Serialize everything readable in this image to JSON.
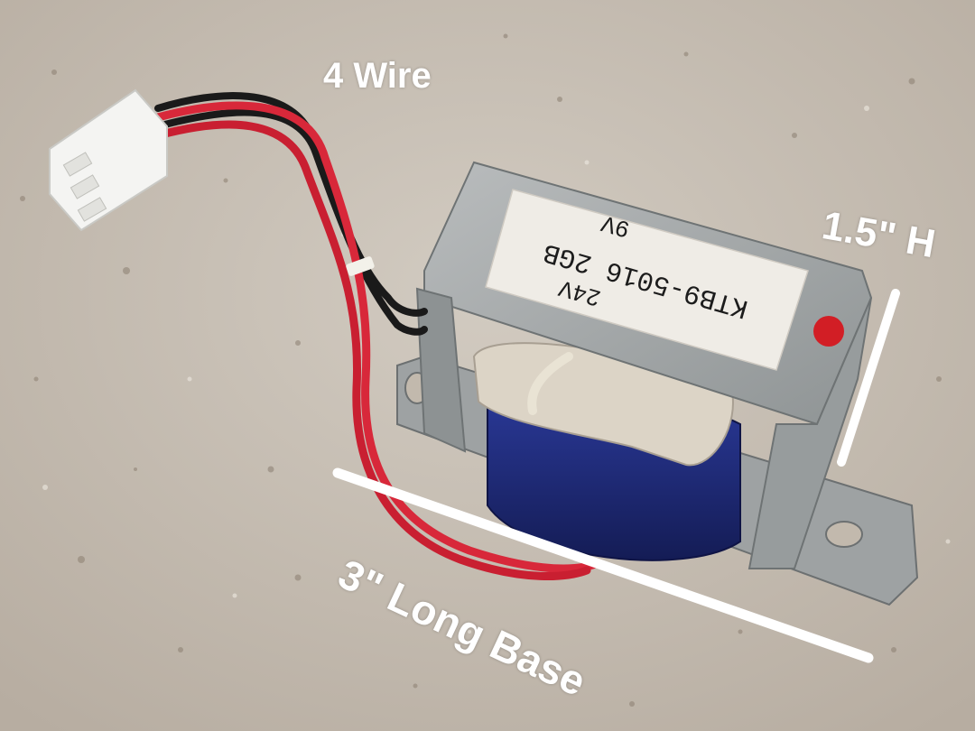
{
  "annotations": {
    "wire_count": "4 Wire",
    "height": "1.5\" H",
    "base_length": "3\" Long Base"
  },
  "sticker": {
    "line1": "KTB9-5016 2GB",
    "line2": "24V",
    "line3": "9V"
  },
  "colors": {
    "countertop": "#c9c1b6",
    "steel": "#a6aaab",
    "coil_tape": "#1f2a78",
    "wire_red": "#d8283a",
    "wire_black": "#1a1a1a",
    "connector": "#f4f4f2",
    "annotation": "#ffffff"
  }
}
